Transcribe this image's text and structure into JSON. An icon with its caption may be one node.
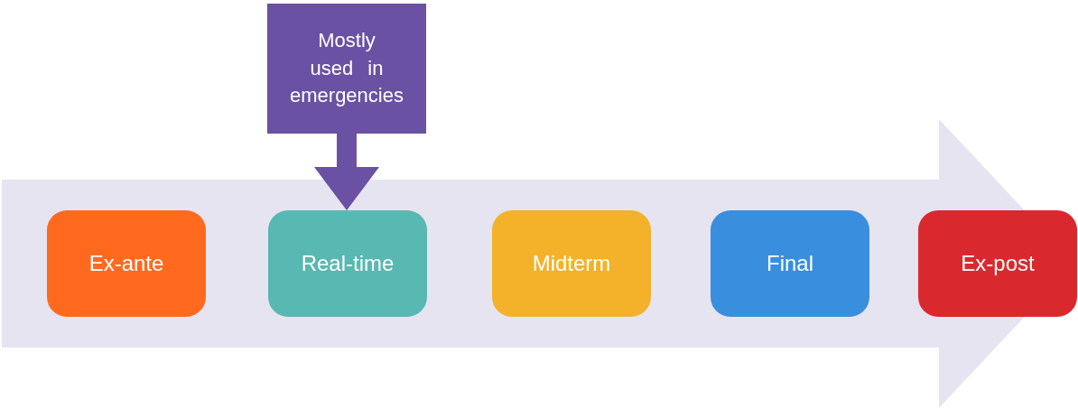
{
  "diagram": {
    "nodes": [
      {
        "text": [
          "Mostly used in emergencies"
        ]
      },
      {
        "text": [
          "Ex-ante"
        ]
      },
      {
        "text": [
          "Real-time"
        ]
      },
      {
        "text": [
          "Midterm"
        ]
      },
      {
        "text": [
          "Final"
        ]
      },
      {
        "text": [
          "Ex-post"
        ]
      }
    ],
    "edges": [
      {
        "from": 0,
        "to": 2,
        "arrow": "to"
      }
    ]
  }
}
